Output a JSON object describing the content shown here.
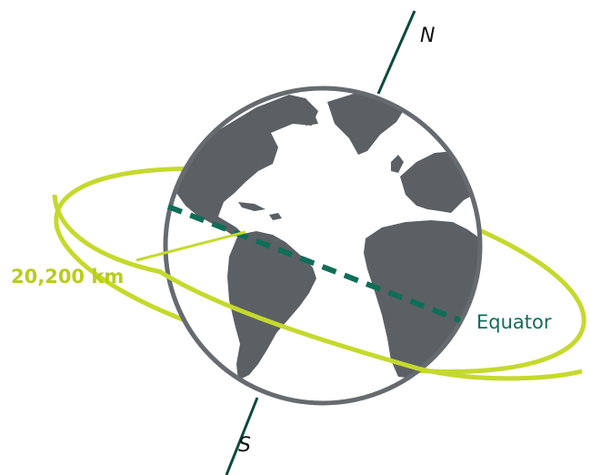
{
  "labels": {
    "north": "N",
    "south": "S",
    "distance": "20,200 km",
    "equator": "Equator"
  },
  "colors": {
    "orbit": "#c5d92d",
    "equator": "#0f6e58",
    "axis": "#0c4a3c",
    "land": "#5b6064",
    "ocean": "#ffffff",
    "globe_outline": "#666b70"
  }
}
